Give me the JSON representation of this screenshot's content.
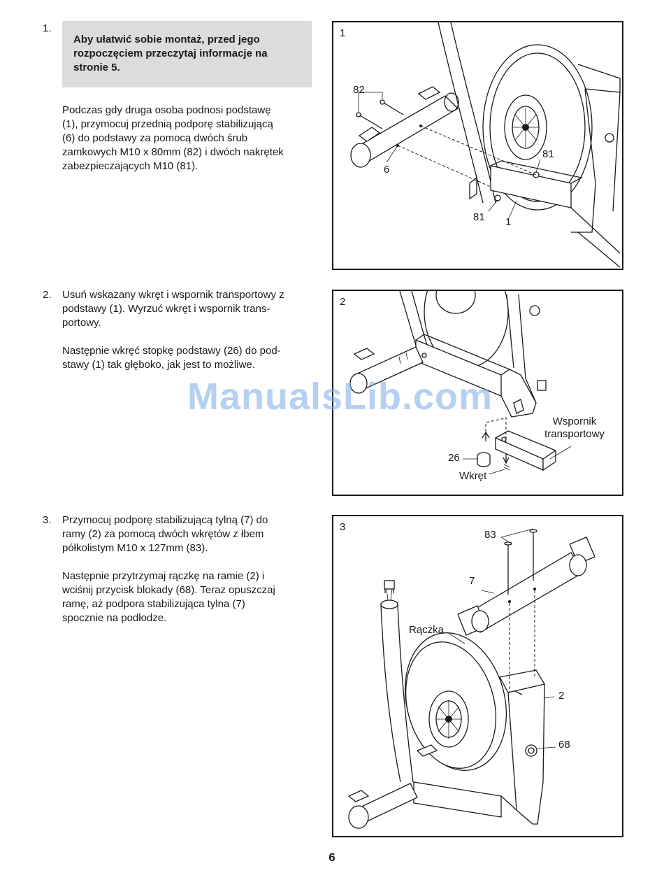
{
  "steps": [
    {
      "number": "1.",
      "note": "Aby ułatwić sobie montaż, przed jego\nrozpoczęciem przeczytaj informacje na\nstronie 5.",
      "paragraphs": [
        "Podczas gdy druga osoba podnosi podstawę\n(1), przymocuj przednią podporę stabilizującą\n(6) do podstawy za pomocą dwóch śrub\nzamkowych M10 x 80mm (82) i dwóch nakrętek\nzabezpieczających M10 (81)."
      ],
      "figure": {
        "number": "1",
        "callouts": [
          "82",
          "6",
          "81",
          "81",
          "1"
        ]
      }
    },
    {
      "number": "2.",
      "paragraphs": [
        "Usuń wskazany wkręt i wspornik transportowy z\npodstawy (1). Wyrzuć wkręt i wspornik trans-\nportowy.",
        "Następnie wkręć stopkę podstawy (26) do pod-\nstawy (1) tak głęboko, jak jest to możliwe."
      ],
      "figure": {
        "number": "2",
        "callouts": [
          "Wspornik\ntransportowy",
          "26",
          "Wkręt"
        ]
      }
    },
    {
      "number": "3.",
      "paragraphs": [
        "Przymocuj podporę stabilizującą tylną (7) do\nramy (2) za pomocą dwóch wkrętów z łbem\npółkolistym M10 x 127mm (83).",
        "Następnie przytrzymaj rączkę na ramie (2) i\nwciśnij przycisk blokady (68). Teraz opuszczaj\nramę, aż podpora stabilizująca tylna (7)\nspocznie na podłodze."
      ],
      "figure": {
        "number": "3",
        "callouts": [
          "83",
          "7",
          "Rączka",
          "2",
          "68"
        ]
      }
    }
  ],
  "watermark": "ManualsLib.com",
  "page_number": "6"
}
